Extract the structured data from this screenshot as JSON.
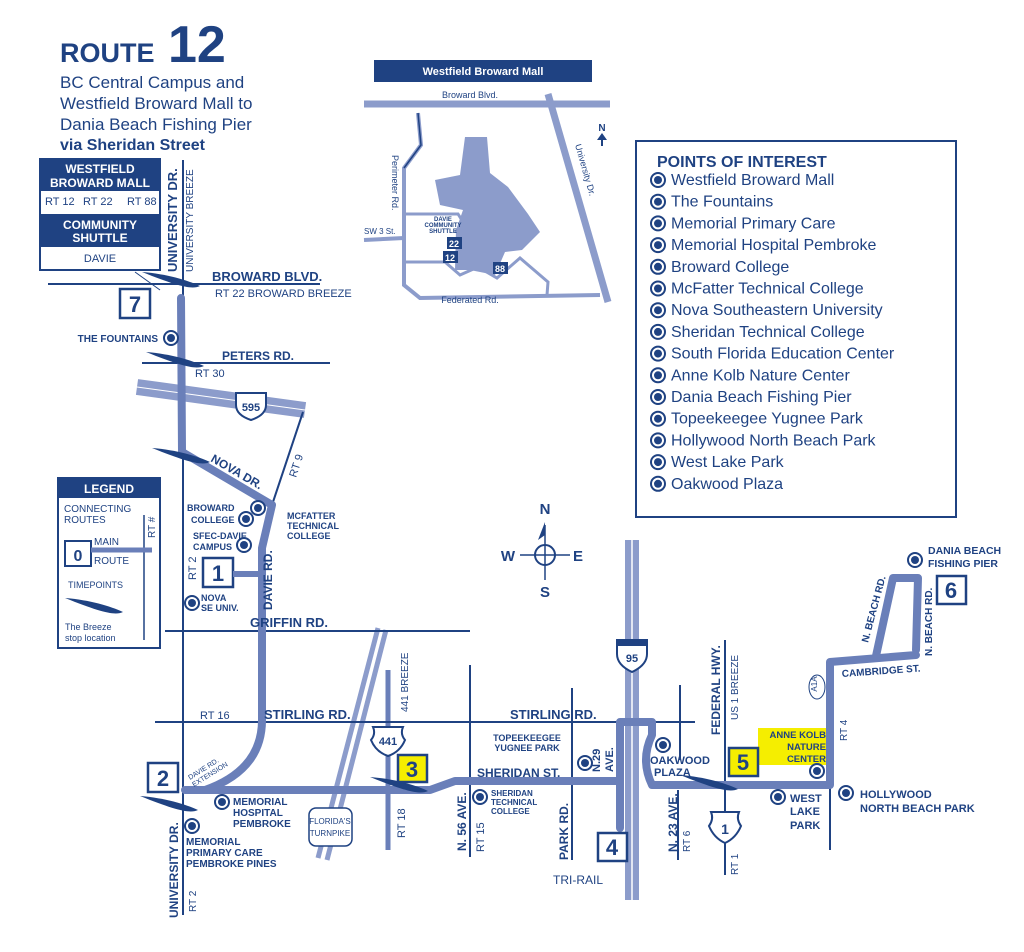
{
  "header": {
    "route_word": "ROUTE",
    "route_number": "12",
    "subtitle_lines": [
      "BC Central Campus and",
      "Westfield Broward Mall to",
      "Dania Beach Fishing Pier"
    ],
    "via": "via Sheridan Street"
  },
  "connections_box": {
    "title1": "WESTFIELD",
    "title2": "BROWARD MALL",
    "routes": [
      "RT 12",
      "RT 22",
      "RT 88"
    ],
    "shuttle1": "COMMUNITY",
    "shuttle2": "SHUTTLE",
    "shuttle_name": "DAVIE"
  },
  "mall_inset": {
    "title": "Westfield Broward Mall",
    "roads": {
      "broward": "Broward Blvd.",
      "perimeter": "Perimeter Rd.",
      "university": "University Dr.",
      "sw3": "SW 3 St.",
      "federated": "Federated Rd."
    },
    "shuttle_label": [
      "DAVIE",
      "COMMUNITY",
      "SHUTTLE"
    ],
    "stop_badges": [
      "22",
      "12",
      "88"
    ],
    "north": "N"
  },
  "points_of_interest": {
    "title": "POINTS OF INTEREST",
    "items": [
      "Westfield Broward Mall",
      "The Fountains",
      "Memorial Primary Care",
      "Memorial Hospital Pembroke",
      "Broward College",
      "McFatter Technical College",
      "Nova Southeastern University",
      "Sheridan Technical College",
      "South Florida Education Center",
      "Anne Kolb Nature Center",
      "Dania Beach Fishing Pier",
      "Topeekeegee Yugnee Park",
      "Hollywood North Beach Park",
      "West Lake Park",
      "Oakwood Plaza"
    ]
  },
  "legend": {
    "title": "LEGEND",
    "connecting": [
      "CONNECTING",
      "ROUTES"
    ],
    "rt": "RT #",
    "timepoint_sample": "0",
    "main": "MAIN",
    "route": "ROUTE",
    "timepoints": "TIMEPOINTS",
    "breeze": [
      "The Breeze",
      "stop location"
    ]
  },
  "compass": {
    "n": "N",
    "s": "S",
    "e": "E",
    "w": "W"
  },
  "timepoints": [
    "7",
    "1",
    "2",
    "3",
    "4",
    "5",
    "6"
  ],
  "streets": {
    "university_dr": "UNIVERSITY DR.",
    "university_breeze": "UNIVERSITY BREEZE",
    "broward_blvd": "BROWARD BLVD.",
    "rt22": "RT 22   BROWARD BREEZE",
    "peters_rd": "PETERS RD.",
    "rt30": "RT 30",
    "i595": "595",
    "nova_dr": "NOVA DR.",
    "rt9": "RT 9",
    "rt2": "RT 2",
    "davie_rd": "DAVIE RD.",
    "griffin_rd": "GRIFFIN RD.",
    "rt16": "RT 16",
    "stirling_rd": "STIRLING RD.",
    "stirling_rd2": "STIRLING RD.",
    "us441": "441",
    "breeze441": "441 BREEZE",
    "davie_ext": [
      "DAVIE RD.",
      "EXTENSION"
    ],
    "turnpike": [
      "FLORIDA'S",
      "TURNPIKE"
    ],
    "rt18": "RT 18",
    "sheridan_st": "SHERIDAN ST.",
    "n56": "N. 56 AVE.",
    "rt15": "RT 15",
    "park_rd": "PARK RD.",
    "n29": [
      "N.29",
      "AVE."
    ],
    "i95": "95",
    "trirail": "TRI-RAIL",
    "federal_hwy": "FEDERAL HWY.",
    "us1_breeze": "US 1 BREEZE",
    "n23": "N. 23 AVE.",
    "rt6": "RT 6",
    "us1": "1",
    "rt1": "RT 1",
    "a1a": "A1A",
    "rt4": "RT 4",
    "cambridge": "CAMBRIDGE ST.",
    "n_beach_rd": "N. BEACH RD.",
    "n_beach_rd2": "N. BEACH RD.",
    "rt2b": "RT 2",
    "university_dr2": "UNIVERSITY DR."
  },
  "map_pois": {
    "fountains": "THE FOUNTAINS",
    "broward_college": [
      "BROWARD",
      "COLLEGE"
    ],
    "sfec": [
      "SFEC-DAVIE",
      "CAMPUS"
    ],
    "mcfatter": [
      "MCFATTER",
      "TECHNICAL",
      "COLLEGE"
    ],
    "nova": [
      "NOVA",
      "SE UNIV."
    ],
    "memorial_hospital": [
      "MEMORIAL",
      "HOSPITAL",
      "PEMBROKE"
    ],
    "memorial_primary": [
      "MEMORIAL",
      "PRIMARY CARE",
      "PEMBROKE PINES"
    ],
    "sheridan_tech": [
      "SHERIDAN",
      "TECHNICAL",
      "COLLEGE"
    ],
    "topeekeegee": [
      "TOPEEKEEGEE",
      "YUGNEE PARK"
    ],
    "oakwood": [
      "OAKWOOD",
      "PLAZA"
    ],
    "anne_kolb": [
      "ANNE KOLB",
      "NATURE",
      "CENTER"
    ],
    "west_lake": [
      "WEST",
      "LAKE",
      "PARK"
    ],
    "hollywood": [
      "HOLLYWOOD",
      "NORTH BEACH PARK"
    ],
    "dania": [
      "DANIA BEACH",
      "FISHING PIER"
    ]
  },
  "colors": {
    "navy": "#1f4282",
    "route": "#6a7fb9",
    "highlight": "#f5ee00"
  }
}
